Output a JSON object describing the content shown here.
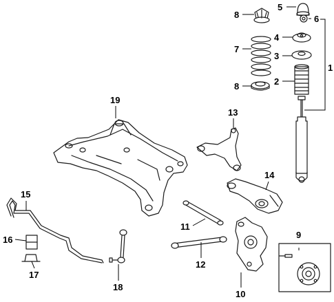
{
  "callouts": {
    "c1": "1",
    "c2": "2",
    "c3": "3",
    "c4": "4",
    "c5": "5",
    "c6": "6",
    "c7": "7",
    "c8a": "8",
    "c8b": "8",
    "c9": "9",
    "c10": "10",
    "c11": "11",
    "c12": "12",
    "c13": "13",
    "c14": "14",
    "c15": "15",
    "c16": "16",
    "c17": "17",
    "c18": "18",
    "c19": "19"
  },
  "colors": {
    "line": "#1a1a1a",
    "text": "#000000",
    "background": "#ffffff"
  }
}
